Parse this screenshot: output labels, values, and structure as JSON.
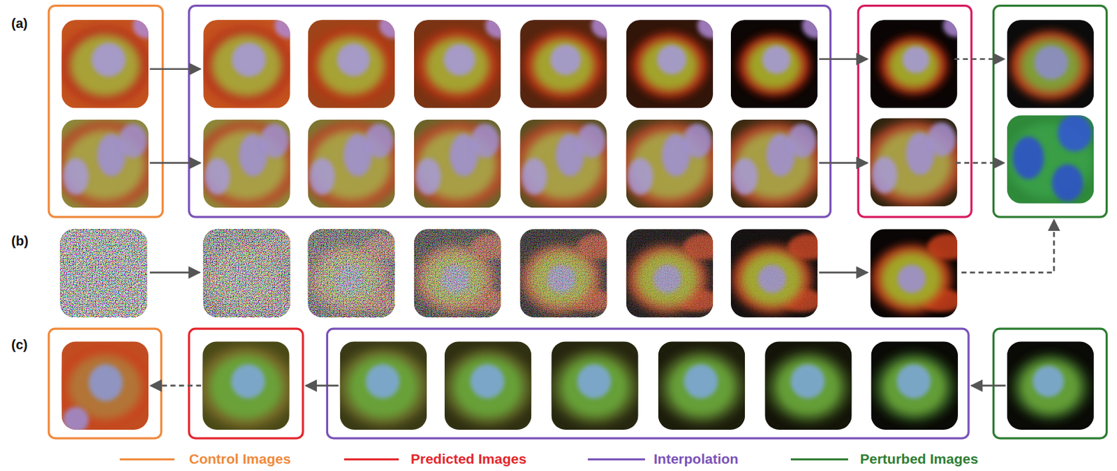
{
  "diagram": {
    "labels": [
      "(a)",
      "(b)",
      "(c)"
    ],
    "legend": [
      {
        "text": "Control Images",
        "color": "#f08a3c"
      },
      {
        "text": "Predicted Images",
        "color": "#e3262b"
      },
      {
        "text": "Interpolation",
        "color": "#7a52b8"
      },
      {
        "text": "Perturbed Images",
        "color": "#2e7d32"
      }
    ]
  }
}
